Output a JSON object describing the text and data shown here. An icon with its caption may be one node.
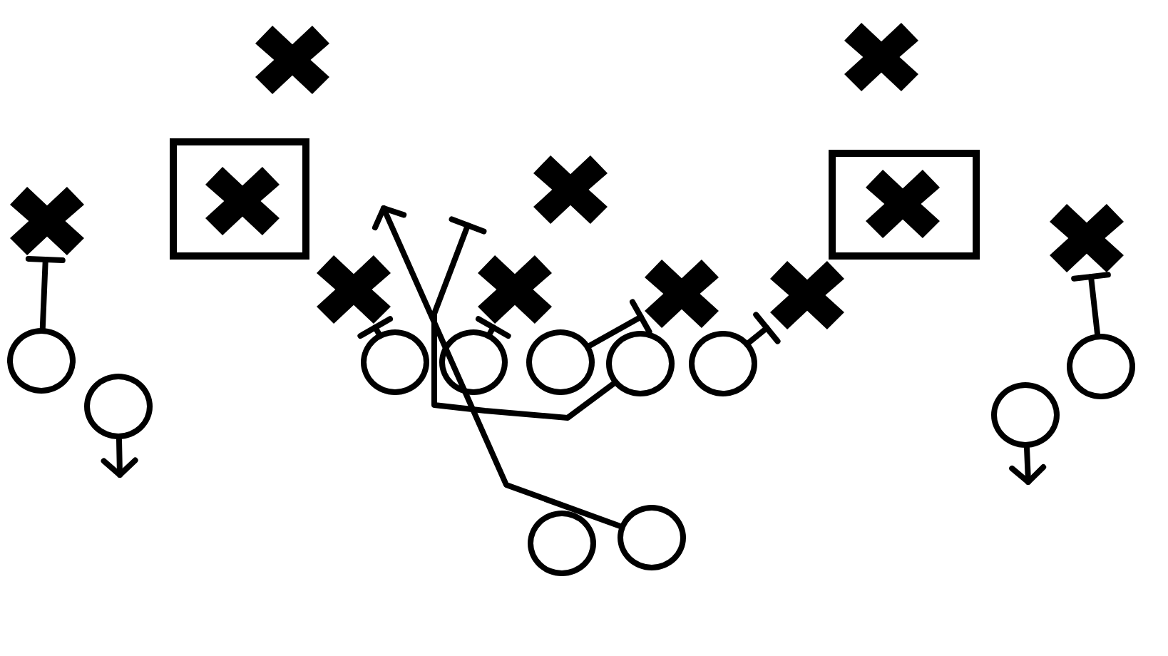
{
  "diagram": {
    "nodes": [
      {
        "text": [],
        "shape": "cross"
      },
      {
        "text": [],
        "shape": "cross"
      },
      {
        "text": [],
        "shape": "box"
      },
      {
        "text": [],
        "shape": "cross",
        "in": 2
      },
      {
        "text": [],
        "shape": "box"
      },
      {
        "text": [],
        "shape": "cross",
        "in": 4
      },
      {
        "text": [],
        "shape": "cross"
      },
      {
        "text": [],
        "shape": "cross"
      },
      {
        "text": [],
        "shape": "cross"
      },
      {
        "text": [],
        "shape": "cross"
      },
      {
        "text": [],
        "shape": "cross"
      },
      {
        "text": [],
        "shape": "cross"
      },
      {
        "text": [],
        "shape": "cross"
      },
      {
        "text": [],
        "shape": "circle"
      },
      {
        "text": [],
        "shape": "circle"
      },
      {
        "text": [],
        "shape": "circle"
      },
      {
        "text": [],
        "shape": "circle"
      },
      {
        "text": [],
        "shape": "circle"
      },
      {
        "text": [],
        "shape": "circle"
      },
      {
        "text": [],
        "shape": "circle"
      },
      {
        "text": [],
        "shape": "circle"
      },
      {
        "text": [],
        "shape": "circle"
      },
      {
        "text": [],
        "shape": "circle"
      },
      {
        "text": [],
        "shape": "circle"
      }
    ],
    "edges": [
      {
        "from": 13,
        "to": 7,
        "arrow": "other"
      },
      {
        "from": 14,
        "to": 9,
        "arrow": "other"
      },
      {
        "from": 15,
        "to": 10,
        "arrow": "other"
      },
      {
        "from": 16,
        "to": 11,
        "arrow": "other"
      },
      {
        "from": 18,
        "to": 12,
        "arrow": "other"
      },
      {
        "from": 19,
        "to": 8,
        "arrow": "other"
      },
      {
        "from": 17,
        "to": 10,
        "arrow": "other"
      },
      {
        "from": 23,
        "to": null,
        "arrow": "to"
      },
      {
        "from": 20,
        "to": null,
        "arrow": "to"
      },
      {
        "from": 21,
        "to": null,
        "arrow": "to"
      }
    ]
  }
}
